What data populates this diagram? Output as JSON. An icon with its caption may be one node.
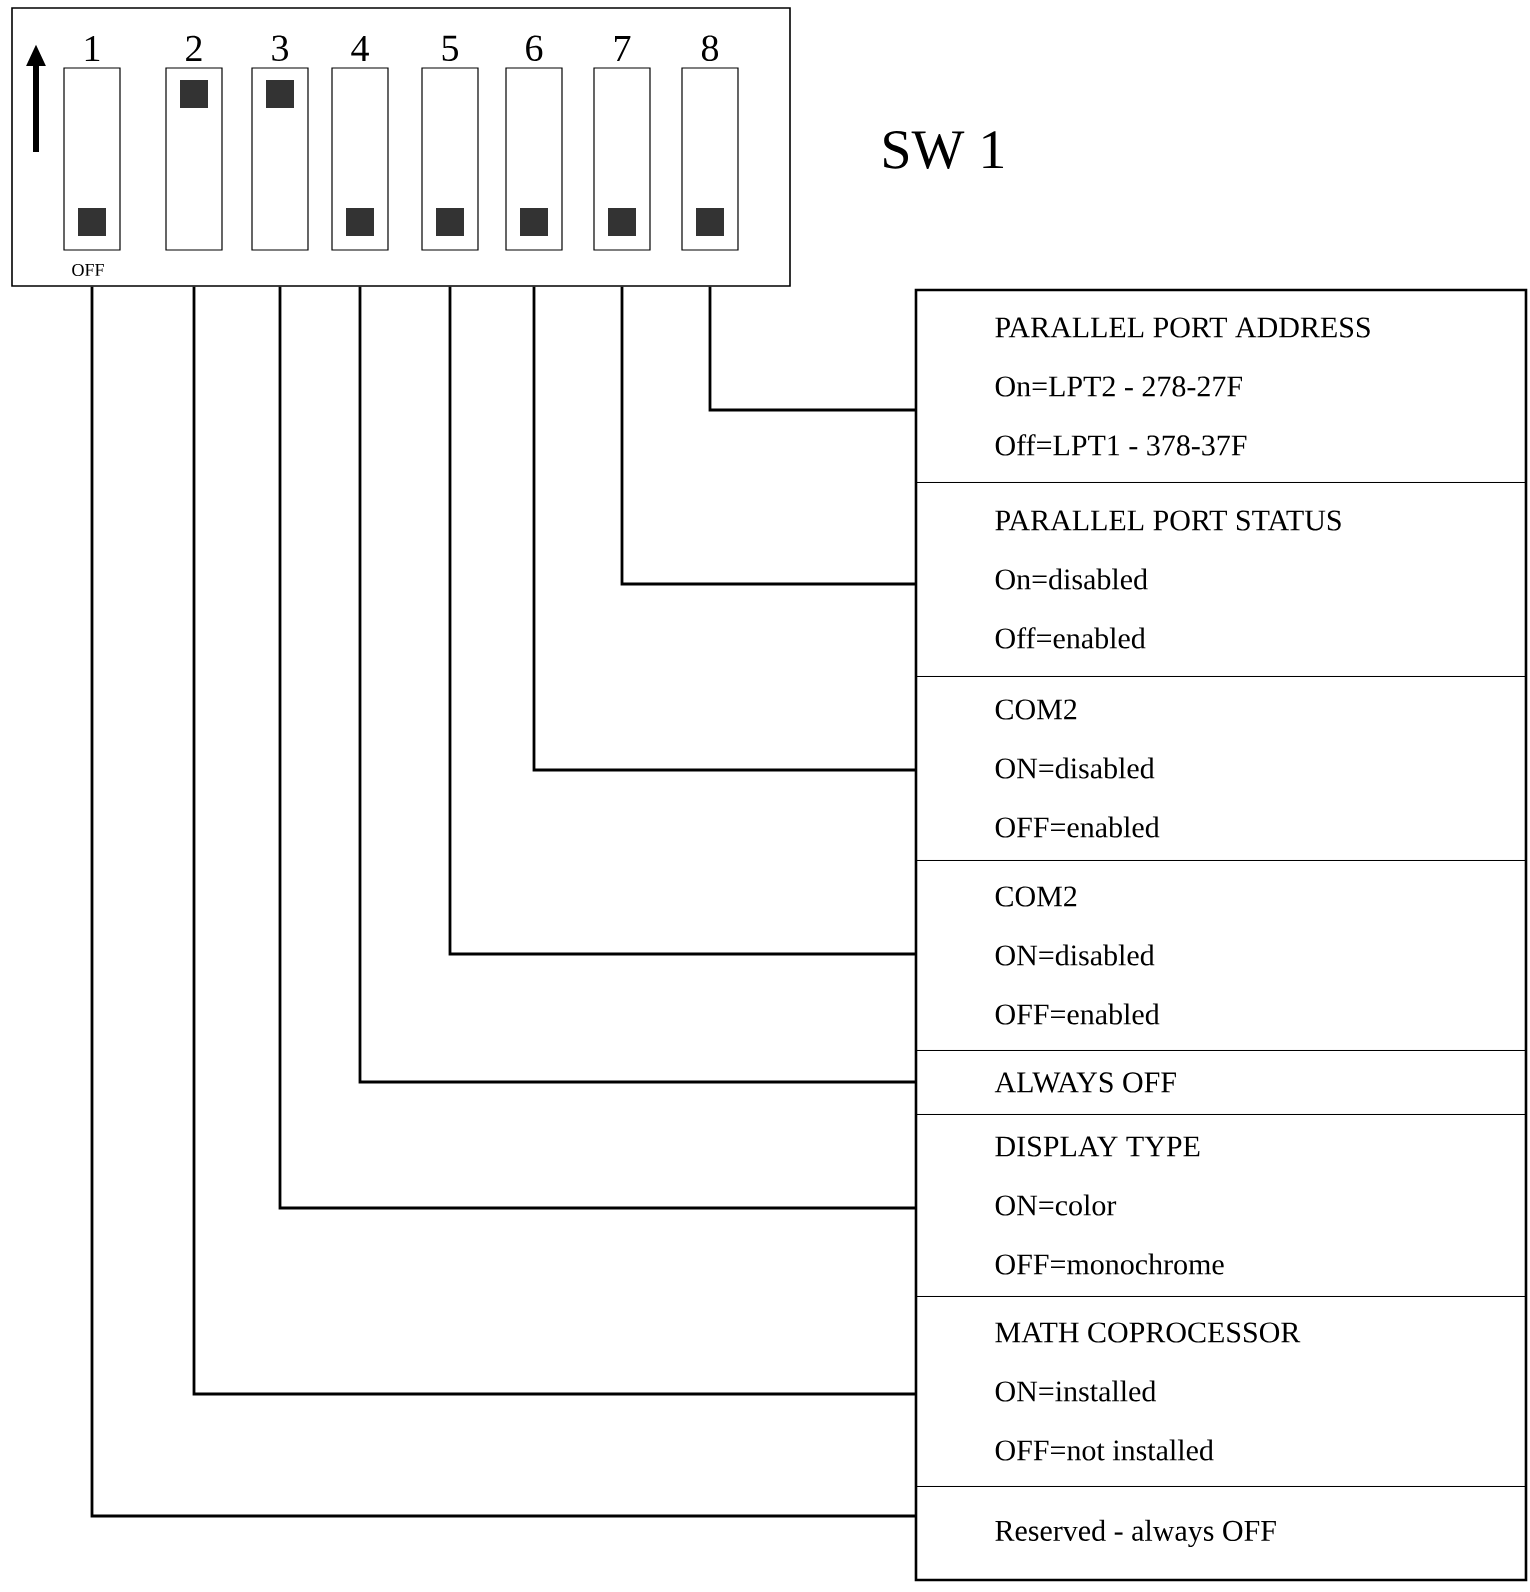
{
  "diagram": {
    "nodes": [
      {
        "text": [],
        "shape": "box",
        "beside": [
          "SW 1"
        ]
      },
      {
        "text": [
          "1"
        ],
        "in": 0,
        "beside": [
          "OFF"
        ]
      },
      {
        "text": [
          "2"
        ],
        "in": 0
      },
      {
        "text": [
          "3"
        ],
        "in": 0
      },
      {
        "text": [
          "4"
        ],
        "in": 0
      },
      {
        "text": [
          "5"
        ],
        "in": 0
      },
      {
        "text": [
          "6"
        ],
        "in": 0
      },
      {
        "text": [
          "7"
        ],
        "in": 0
      },
      {
        "text": [
          "8"
        ],
        "in": 0
      },
      {
        "text": [],
        "shape": "box"
      },
      {
        "text": [
          "PARALLEL PORT ADDRESS",
          "On=LPT2 - 278-27F",
          "Off=LPT1 - 378-37F"
        ],
        "in": 9
      },
      {
        "text": [
          "PARALLEL PORT STATUS",
          "On=disabled",
          "Off=enabled"
        ],
        "in": 9
      },
      {
        "text": [
          "COM2",
          "ON=disabled",
          "OFF=enabled"
        ],
        "in": 9
      },
      {
        "text": [
          "COM2",
          "ON=disabled",
          "OFF=enabled"
        ],
        "in": 9
      },
      {
        "text": [
          "ALWAYS OFF"
        ],
        "in": 9
      },
      {
        "text": [
          "DISPLAY TYPE",
          "ON=color",
          "OFF=monochrome"
        ],
        "in": 9
      },
      {
        "text": [
          "MATH COPROCESSOR",
          "ON=installed",
          "OFF=not installed"
        ],
        "in": 9
      },
      {
        "text": [
          "Reserved - always OFF"
        ],
        "in": 9
      }
    ],
    "edges": [
      {
        "from": 8,
        "to": 10,
        "arrow": "none"
      },
      {
        "from": 7,
        "to": 11,
        "arrow": "none"
      },
      {
        "from": 6,
        "to": 12,
        "arrow": "none"
      },
      {
        "from": 5,
        "to": 13,
        "arrow": "none"
      },
      {
        "from": 4,
        "to": 14,
        "arrow": "none"
      },
      {
        "from": 3,
        "to": 15,
        "arrow": "none"
      },
      {
        "from": 2,
        "to": 16,
        "arrow": "none"
      },
      {
        "from": 1,
        "to": 17,
        "arrow": "none"
      }
    ]
  }
}
